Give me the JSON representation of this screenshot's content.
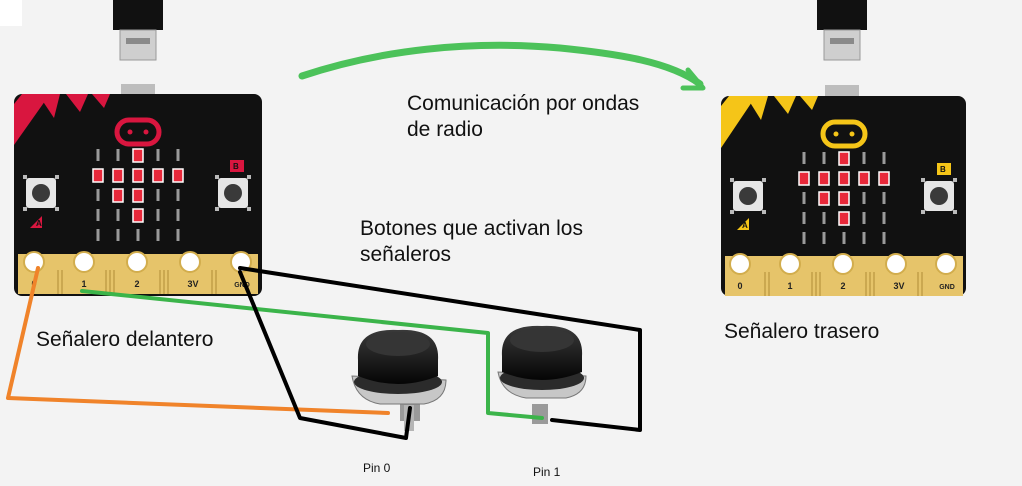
{
  "radio_label": "Comunicación por ondas de radio",
  "buttons_label": "Botones que activan los señaleros",
  "front_board": {
    "caption": "Señalero delantero",
    "accent_color": "#d9163f",
    "button_a": "A",
    "button_b": "B",
    "pins": [
      "0",
      "1",
      "2",
      "3V",
      "GND"
    ]
  },
  "rear_board": {
    "caption": "Señalero trasero",
    "accent_color": "#f5c518",
    "button_a": "A",
    "button_b": "B",
    "pins": [
      "0",
      "1",
      "2",
      "3V",
      "GND"
    ]
  },
  "push_buttons": [
    {
      "label": "Pin 0"
    },
    {
      "label": "Pin 1"
    }
  ],
  "wire_colors": {
    "pin0": "#f0832a",
    "pin1": "#3bb44a",
    "gnd": "#000000",
    "radio_arrow": "#4cc25a"
  },
  "led_matrix": [
    [
      0,
      0,
      1,
      0,
      0
    ],
    [
      1,
      1,
      1,
      1,
      1
    ],
    [
      0,
      1,
      1,
      0,
      0
    ],
    [
      0,
      0,
      1,
      0,
      0
    ],
    [
      0,
      0,
      0,
      0,
      0
    ]
  ]
}
